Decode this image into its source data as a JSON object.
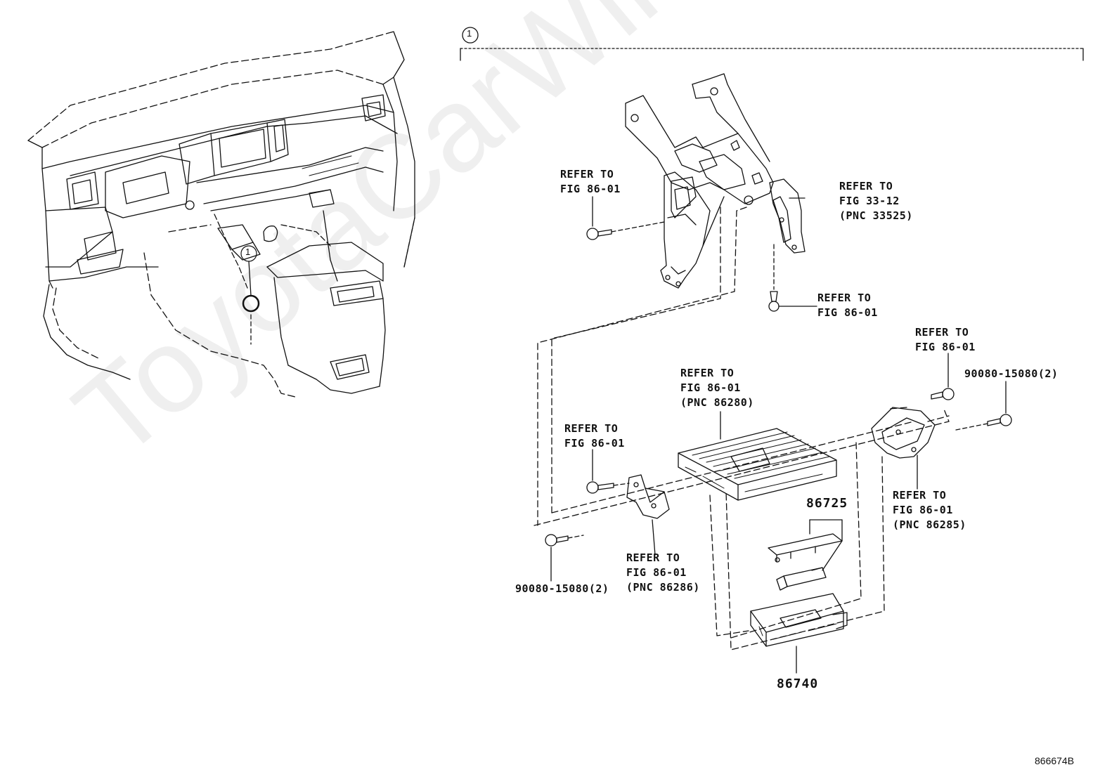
{
  "watermark": "ToyotaCarWire.ru",
  "diagram_code": "866674B",
  "callout_marker": "1",
  "labels": {
    "refer_bracket_left": [
      "REFER TO",
      "FIG 86-01"
    ],
    "refer_bracket_right": [
      "REFER TO",
      "FIG 33-12",
      "(PNC 33525)"
    ],
    "refer_bolt_lower": [
      "REFER TO",
      "FIG 86-01"
    ],
    "refer_top_right": [
      "REFER TO",
      "FIG 86-01"
    ],
    "refer_amp": [
      "REFER TO",
      "FIG 86-01",
      "(PNC 86280)"
    ],
    "refer_left_bolt": [
      "REFER TO",
      "FIG 86-01"
    ],
    "refer_right_bracket": [
      "REFER TO",
      "FIG 86-01",
      "(PNC 86285)"
    ],
    "refer_left_bracket": [
      "REFER TO",
      "FIG 86-01",
      "(PNC 86286)"
    ],
    "part_bolt_right": "90080-15080(2)",
    "part_bolt_left": "90080-15080(2)",
    "part_86725": "86725",
    "part_86740": "86740"
  }
}
